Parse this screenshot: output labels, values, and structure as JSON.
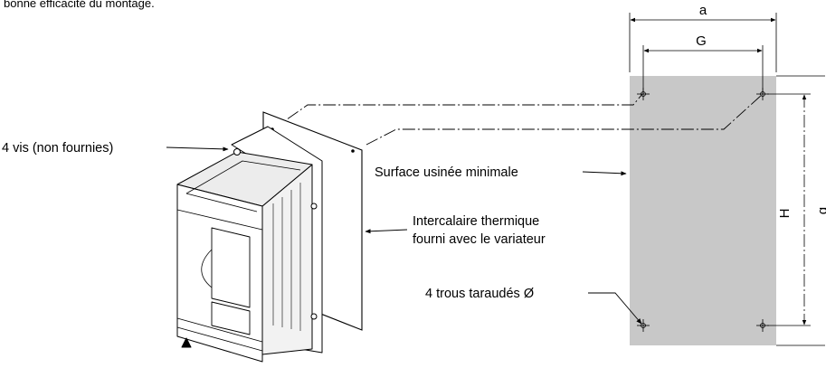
{
  "caption": "bonne efficacité du montage.",
  "labels": {
    "screws": "4 vis (non fournies)",
    "surface": "Surface usinée minimale",
    "spacer_line1": "Intercalaire thermique",
    "spacer_line2": "fourni avec le variateur",
    "holes": "4 trous taraudés Ø"
  },
  "dimensions": {
    "a": "a",
    "G": "G",
    "H": "H",
    "b": "b"
  },
  "colors": {
    "surface_fill": "#c8c8c8",
    "line": "#000000"
  }
}
